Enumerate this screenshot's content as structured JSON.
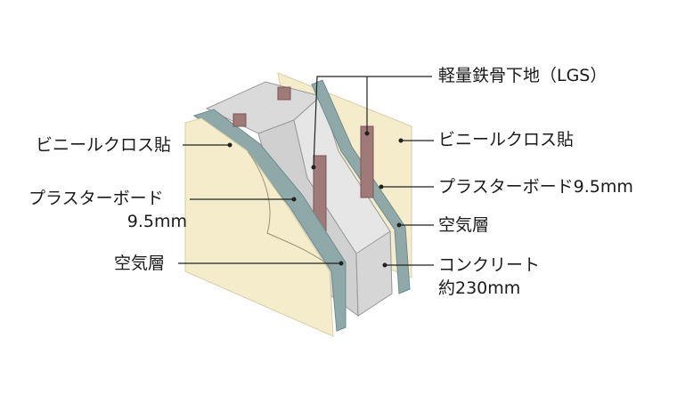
{
  "labels": {
    "lgs": "軽量鉄骨下地（LGS）",
    "vinyl_cloth_left": "ビニールクロス貼",
    "plasterboard_left_line1": "プラスターボード",
    "plasterboard_left_line2": "9.5mm",
    "air_layer_left": "空気層",
    "vinyl_cloth_right": "ビニールクロス貼",
    "plasterboard_right": "プラスターボード9.5mm",
    "air_layer_right": "空気層",
    "concrete_line1": "コンクリート",
    "concrete_line2": "約230mm"
  },
  "colors": {
    "cloth": "#f4eccb",
    "board": "#8fa9a9",
    "board_edge": "#6f8c8c",
    "concrete_front": "#e4e4e4",
    "concrete_side": "#cfcfcf",
    "concrete_top": "#dcdcdc",
    "stud": "#a07a78",
    "stud_dark": "#7d5755",
    "leader": "#222222"
  }
}
